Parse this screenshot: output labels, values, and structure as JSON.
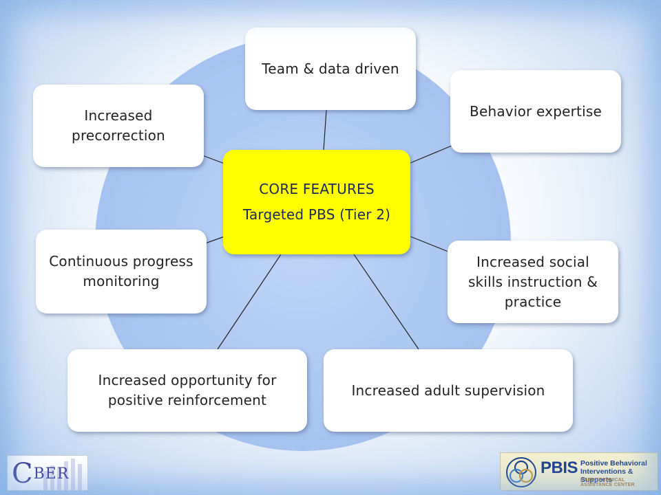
{
  "core": {
    "heading": "CORE FEATURES",
    "title": "Targeted PBS (Tier 2)"
  },
  "features": [
    "Team & data driven",
    "Behavior expertise",
    "Increased social skills instruction & practice",
    "Increased adult supervision",
    "Increased opportunity for positive reinforcement",
    "Continuous progress monitoring",
    "Increased precorrection"
  ],
  "logos": {
    "left": {
      "text_big": "C",
      "text_rest": "BER"
    },
    "right": {
      "name": "PBIS",
      "line1": "Positive Behavioral",
      "line2": "Interventions & Supports",
      "line3": "OSEP TECHNICAL ASSISTANCE CENTER"
    }
  },
  "colors": {
    "core_fill": "#ffff00",
    "circle_fill": "#a9c5f0",
    "box_fill": "#ffffff"
  }
}
